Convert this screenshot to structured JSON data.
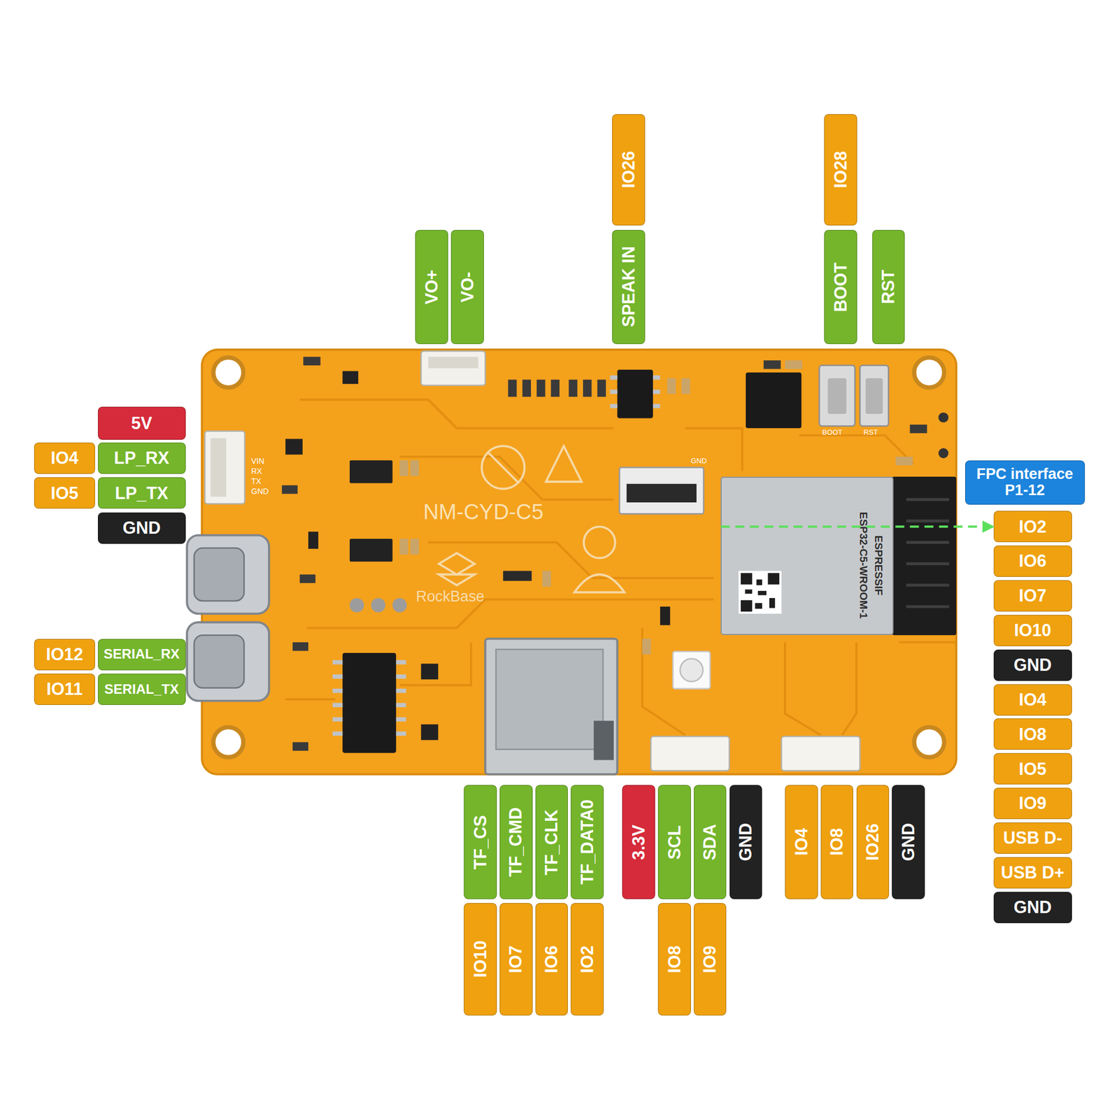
{
  "diagram": {
    "nodes": [
      {
        "text": [
          "VO+"
        ]
      },
      {
        "text": [
          "VO-"
        ]
      },
      {
        "text": [
          "IO26"
        ]
      },
      {
        "text": [
          "SPEAK IN"
        ]
      },
      {
        "text": [
          "IO28"
        ]
      },
      {
        "text": [
          "BOOT"
        ]
      },
      {
        "text": [
          "RST"
        ]
      },
      {
        "text": [
          "5V"
        ]
      },
      {
        "text": [
          "IO4"
        ]
      },
      {
        "text": [
          "LP_RX"
        ]
      },
      {
        "text": [
          "IO5"
        ]
      },
      {
        "text": [
          "LP_TX"
        ]
      },
      {
        "text": [
          "GND"
        ]
      },
      {
        "text": [
          "IO12"
        ]
      },
      {
        "text": [
          "SERIAL_RX"
        ]
      },
      {
        "text": [
          "IO11"
        ]
      },
      {
        "text": [
          "SERIAL_TX"
        ]
      },
      {
        "text": [
          "ESPRESSIF",
          "ESP32-C5-WROOM-1"
        ]
      },
      {
        "text": [
          "FPC interface P1-12"
        ]
      },
      {
        "text": [
          "IO2"
        ]
      },
      {
        "text": [
          "IO6"
        ]
      },
      {
        "text": [
          "IO7"
        ]
      },
      {
        "text": [
          "IO10"
        ]
      },
      {
        "text": [
          "GND"
        ]
      },
      {
        "text": [
          "IO4"
        ]
      },
      {
        "text": [
          "IO8"
        ]
      },
      {
        "text": [
          "IO5"
        ]
      },
      {
        "text": [
          "IO9"
        ]
      },
      {
        "text": [
          "USB D-"
        ]
      },
      {
        "text": [
          "USB D+"
        ]
      },
      {
        "text": [
          "GND"
        ]
      },
      {
        "text": [
          "TF_CS"
        ]
      },
      {
        "text": [
          "TF_CMD"
        ]
      },
      {
        "text": [
          "TF_CLK"
        ]
      },
      {
        "text": [
          "TF_DATA0"
        ]
      },
      {
        "text": [
          "3.3V"
        ]
      },
      {
        "text": [
          "SCL"
        ]
      },
      {
        "text": [
          "SDA"
        ]
      },
      {
        "text": [
          "GND"
        ]
      },
      {
        "text": [
          "IO4"
        ]
      },
      {
        "text": [
          "IO8"
        ]
      },
      {
        "text": [
          "IO26"
        ]
      },
      {
        "text": [
          "GND"
        ]
      },
      {
        "text": [
          "IO10"
        ]
      },
      {
        "text": [
          "IO7"
        ]
      },
      {
        "text": [
          "IO6"
        ]
      },
      {
        "text": [
          "IO2"
        ]
      },
      {
        "text": [
          "IO8"
        ]
      },
      {
        "text": [
          "IO9"
        ]
      }
    ],
    "edges": [
      {
        "from": 17,
        "to": 19,
        "arrow": "to"
      }
    ],
    "labels": [
      "NM-CYD-C5",
      "RockBase",
      "VIN",
      "RX",
      "TX",
      "GND",
      "BOOT",
      "RST",
      "GND"
    ]
  }
}
